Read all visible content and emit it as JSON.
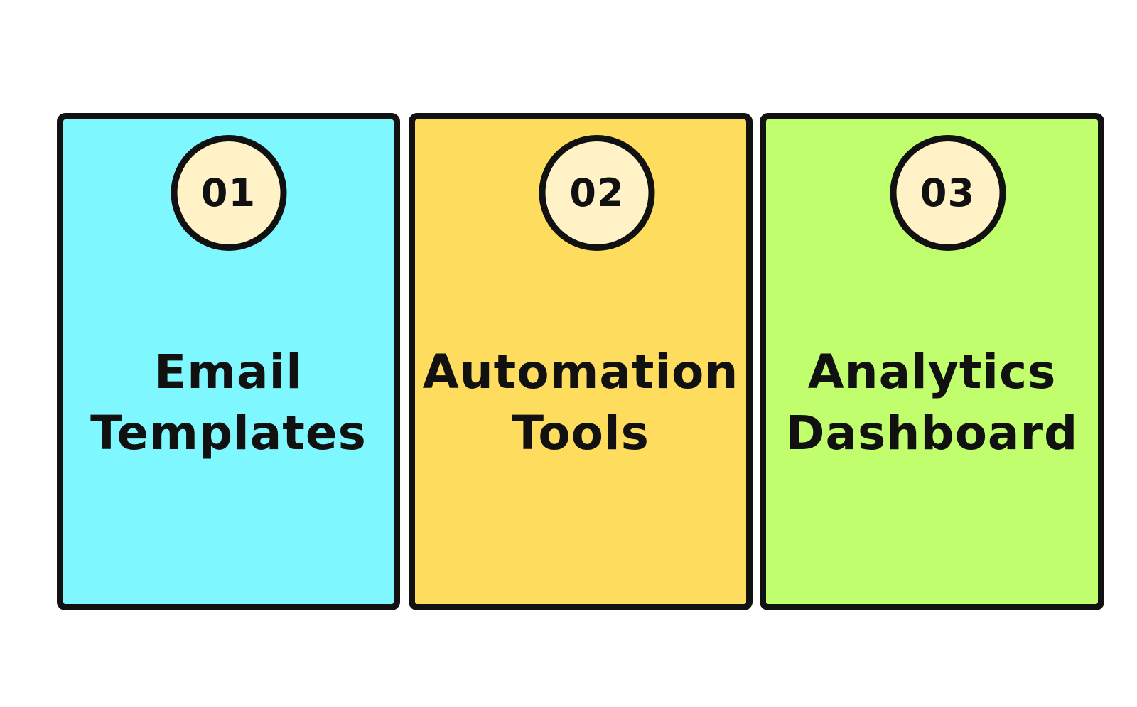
{
  "cards": [
    {
      "number": "01",
      "title_lines": [
        "Email",
        "Templates"
      ],
      "color": "#7ef8fe"
    },
    {
      "number": "02",
      "title_lines": [
        "Automation",
        "Tools"
      ],
      "color": "#fedd5e"
    },
    {
      "number": "03",
      "title_lines": [
        "Analytics",
        "Dashboard"
      ],
      "color": "#c0fe6e"
    }
  ],
  "colors": {
    "border": "#111111",
    "badge_fill": "#fff2c6"
  }
}
